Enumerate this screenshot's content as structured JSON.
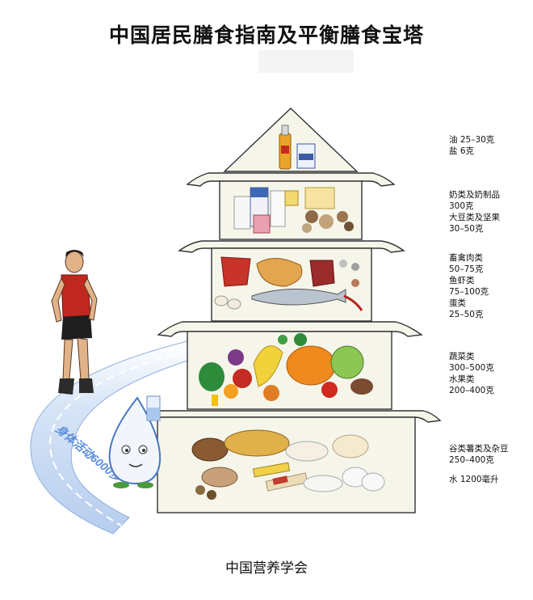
{
  "title": "中国居民膳食指南及平衡膳食宝塔",
  "footer": "中国营养学会",
  "path_text": "身体活动6000步",
  "icons": [
    "runner-figure",
    "water-drop-mascot",
    "pagoda-pyramid"
  ],
  "tiers": [
    {
      "name": "oil-salt",
      "lines": [
        "油 25–30克",
        "盐 6克"
      ]
    },
    {
      "name": "dairy-soy",
      "lines": [
        "奶类及奶制品",
        "300克",
        "大豆类及坚果",
        "30–50克"
      ]
    },
    {
      "name": "meat-fish-egg",
      "lines": [
        "畜禽肉类",
        "50–75克",
        "鱼虾类",
        "75–100克",
        "蛋类",
        "25–50克"
      ]
    },
    {
      "name": "vegetable-fruit",
      "lines": [
        "蔬菜类",
        "300–500克",
        "水果类",
        "200–400克"
      ]
    },
    {
      "name": "grains-water",
      "lines": [
        "谷类薯类及杂豆",
        "250–400克",
        "",
        "水 1200毫升"
      ]
    }
  ],
  "colors": {
    "pyramid_fill": "#f6f5ea",
    "pyramid_stroke": "#333333",
    "path_blue": "#5c8fd8",
    "runner_shirt": "#c0281f"
  }
}
